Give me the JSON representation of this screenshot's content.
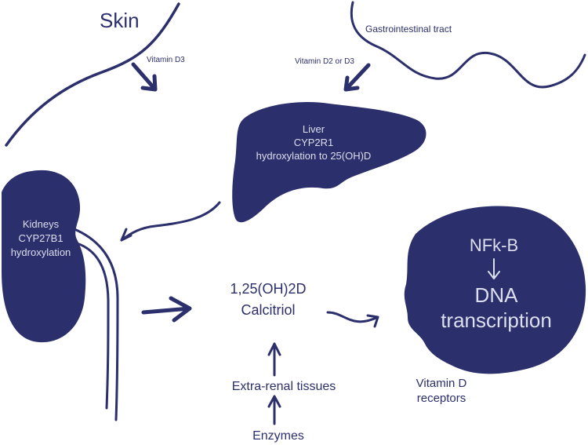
{
  "skin": {
    "title": "Skin",
    "arrow_label": "Vitamin D3"
  },
  "gi": {
    "title": "Gastrointestinal tract",
    "arrow_label": "Vitamin D2 or D3"
  },
  "liver": {
    "lines": [
      "Liver",
      "CYP2R1",
      "hydroxylation to 25(OH)D"
    ]
  },
  "kidneys": {
    "lines": [
      "Kidneys",
      "CYP27B1",
      "hydroxylation"
    ]
  },
  "calcitriol": {
    "lines": [
      "1,25(OH)2D",
      "Calcitriol"
    ]
  },
  "extra_renal": {
    "label": "Extra-renal tissues"
  },
  "enzymes": {
    "label": "Enzymes"
  },
  "cell": {
    "nucleus_label": "NFk-B",
    "transcription_lines": [
      "DNA",
      "transcription"
    ]
  },
  "receptors": {
    "lines": [
      "Vitamin D",
      "receptors"
    ]
  },
  "colors": {
    "ink": "#2b2f6b",
    "organ_text": "#dcdfee",
    "background": "#ffffff"
  }
}
